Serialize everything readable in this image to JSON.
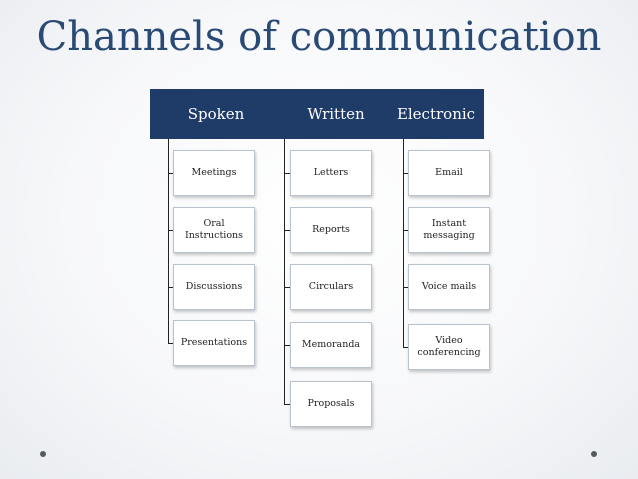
{
  "title": "Channels of communication",
  "columns": [
    {
      "header": "Spoken",
      "items": [
        "Meetings",
        "Oral Instructions",
        "Discussions",
        "Presentations"
      ]
    },
    {
      "header": "Written",
      "items": [
        "Letters",
        "Reports",
        "Circulars",
        "Memoranda",
        "Proposals"
      ]
    },
    {
      "header": "Electronic",
      "items": [
        "Email",
        "Instant messaging",
        "Voice mails",
        "Video conferencing"
      ]
    }
  ],
  "colors": {
    "title": "#2a4a76",
    "header_fill": "#1f3b67",
    "header_text": "#ffffff",
    "box_border": "#b9c2cf"
  }
}
